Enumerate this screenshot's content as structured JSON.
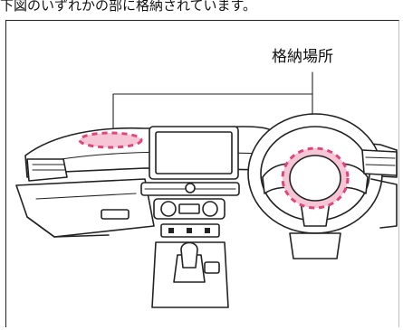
{
  "header": {
    "caption": "下図のいずれかの部に格納されています。"
  },
  "diagram": {
    "callout_label": "格納場所",
    "colors": {
      "line": "#222222",
      "storage_marker": "#e0457b",
      "storage_marker_fill": "#f7c6d6",
      "background": "#ffffff"
    },
    "storage_locations": [
      "dashboard-top-left",
      "steering-wheel-center"
    ]
  }
}
